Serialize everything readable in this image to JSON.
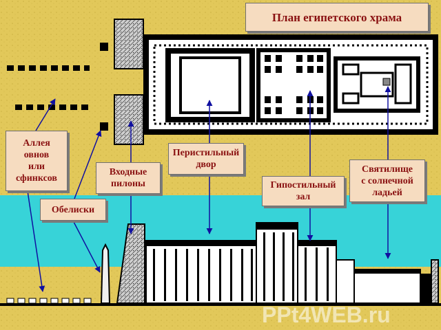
{
  "title": "План египетского храма",
  "labels": {
    "alley": "Аллея\nовнов\nили\nсфинксов",
    "obelisks": "Обелиски",
    "pylons": "Входные\nпилоны",
    "court": "Перистильный\nдвор",
    "hall": "Гипостильный\nзал",
    "sanctuary": "Святилище\nс солнечной\nладьей"
  },
  "watermark": "PPt4WEB.ru",
  "colors": {
    "sand": "#e2c85a",
    "water": "#37d3d8",
    "label_bg": "#f6dcc0",
    "label_text": "#8a1111",
    "arrow": "#1010a0"
  }
}
